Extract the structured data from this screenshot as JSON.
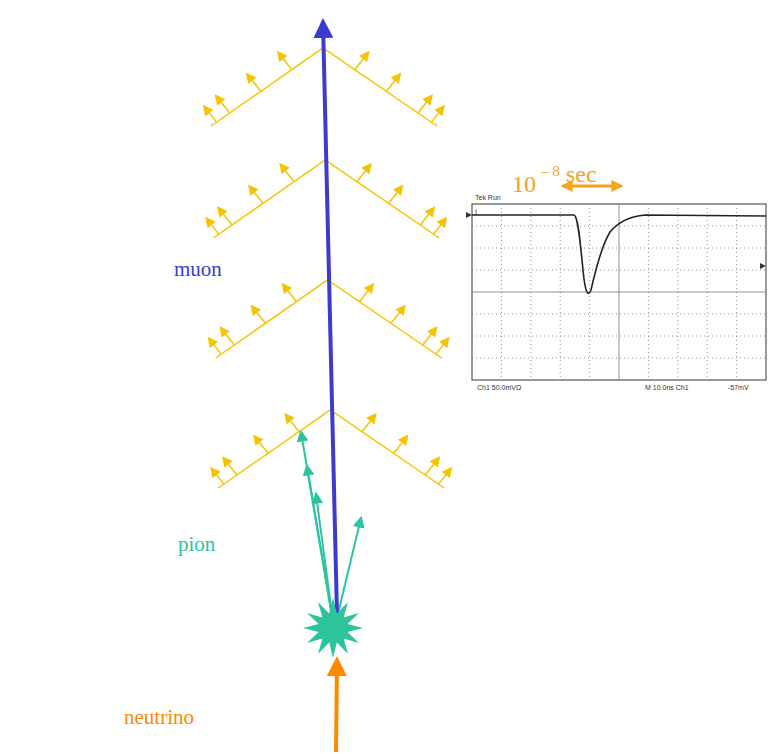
{
  "diagram": {
    "labels": [
      "muon",
      "pion",
      "neutrino",
      "10",
      "– 8",
      "sec",
      "Tek Run",
      "1",
      "Ch1 50.0mVΩ",
      "M 10.0ns Ch1",
      "-57mV"
    ]
  }
}
